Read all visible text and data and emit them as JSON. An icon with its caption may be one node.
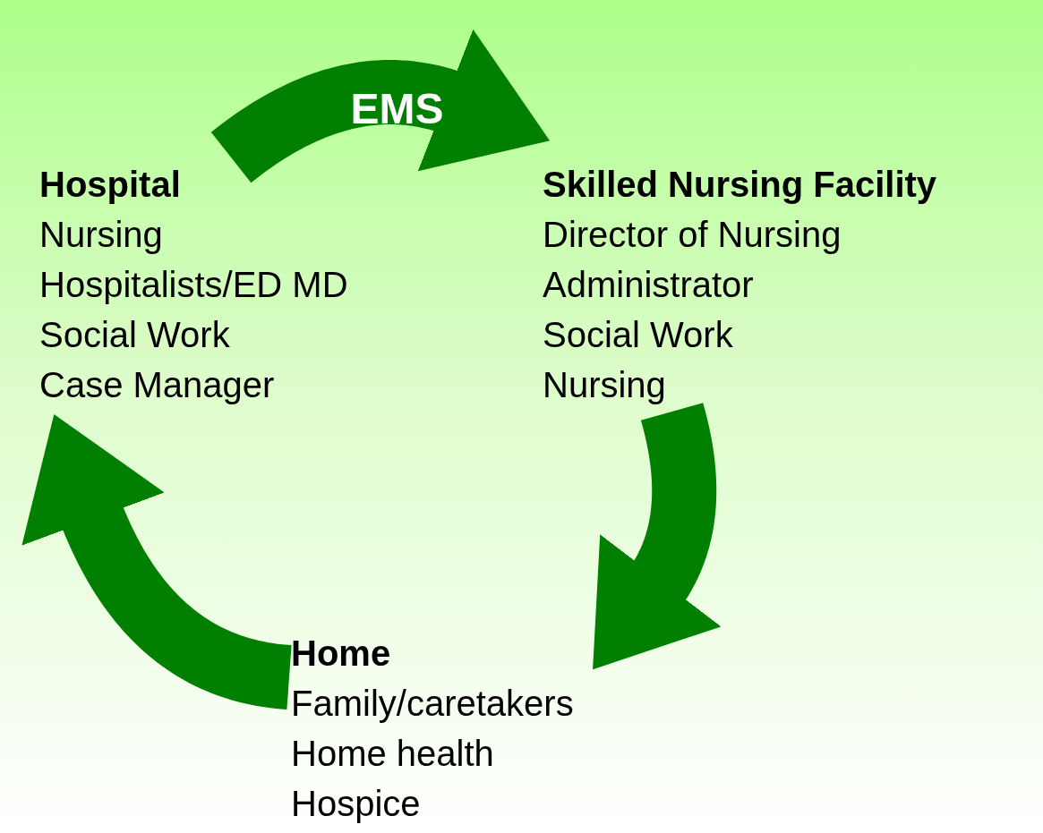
{
  "diagram": {
    "nodes": [
      {
        "text": [
          "Hospital",
          "Nursing",
          "Hospitalists/ED MD",
          "Social Work",
          "Case Manager"
        ]
      },
      {
        "text": [
          "Skilled Nursing Facility",
          "Director of Nursing",
          "Administrator",
          "Social Work",
          "Nursing"
        ]
      },
      {
        "text": [
          "Home",
          "Family/caretakers",
          "Home health",
          "Hospice"
        ]
      }
    ],
    "edges": [
      {
        "from": 0,
        "to": 1,
        "arrow": "to",
        "label": "EMS"
      },
      {
        "from": 1,
        "to": 2,
        "arrow": "to"
      },
      {
        "from": 2,
        "to": 0,
        "arrow": "to"
      }
    ]
  }
}
